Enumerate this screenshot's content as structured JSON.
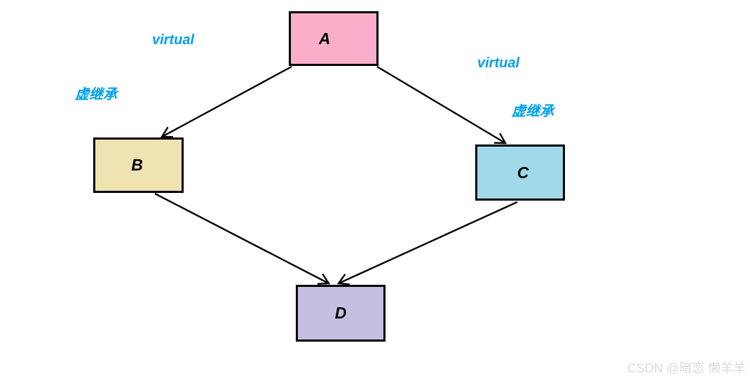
{
  "diagram": {
    "type": "inheritance-diamond",
    "nodes": [
      {
        "id": "A",
        "label": "A",
        "fill": "#faaec9"
      },
      {
        "id": "B",
        "label": "B",
        "fill": "#efe3b2"
      },
      {
        "id": "C",
        "label": "C",
        "fill": "#9fd9ea"
      },
      {
        "id": "D",
        "label": "D",
        "fill": "#c6bfe2"
      }
    ],
    "edges": [
      {
        "from": "A",
        "to": "B",
        "arrowhead": "open-v"
      },
      {
        "from": "A",
        "to": "C",
        "arrowhead": "open-v"
      },
      {
        "from": "B",
        "to": "D",
        "arrowhead": "open-v"
      },
      {
        "from": "C",
        "to": "D",
        "arrowhead": "open-v"
      }
    ],
    "annotations": {
      "left": {
        "en": "virtual",
        "zh": "虚继承"
      },
      "right": {
        "en": "virtual",
        "zh": "虚继承"
      }
    },
    "colors": {
      "annotation_text": "#00a0e8",
      "edge_line": "#000000",
      "node_border": "#000000",
      "watermark_text": "#dbdbdb",
      "background": "#ffffff"
    },
    "watermark": "CSDN @暗恋 懒羊羊"
  }
}
